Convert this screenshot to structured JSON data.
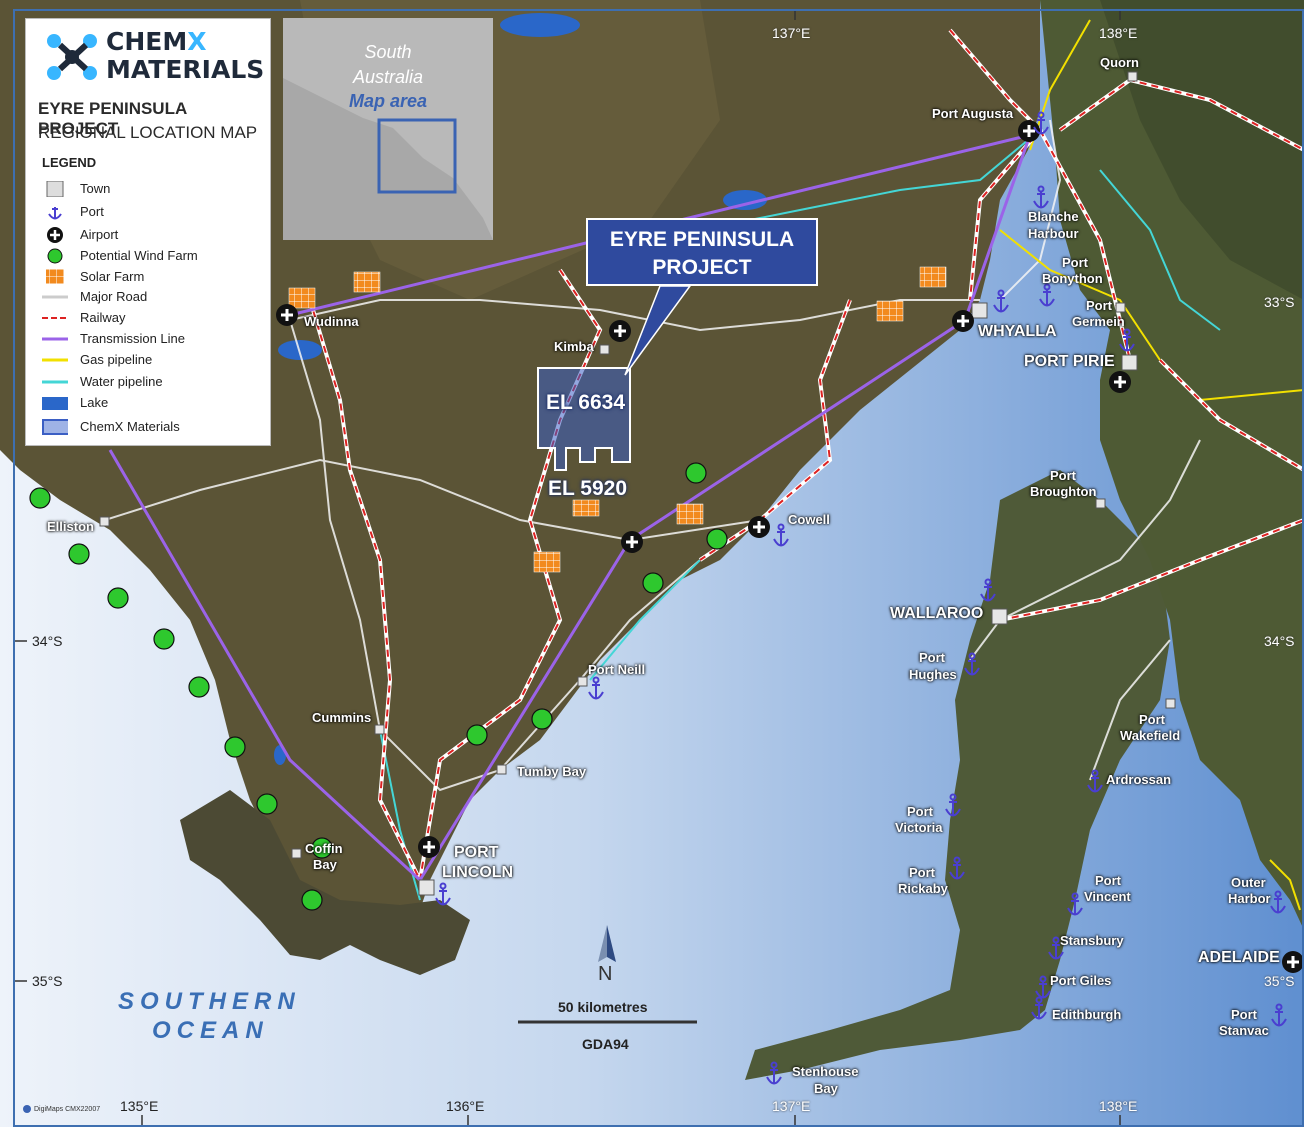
{
  "brand": {
    "line1_a": "CHEM",
    "line1_b": "X",
    "line2": "MATERIALS"
  },
  "project_title": "EYRE PENINSULA PROJECT",
  "project_subtitle": "REGIONAL LOCATION MAP",
  "legend": {
    "heading": "LEGEND",
    "items": [
      {
        "label": "Town",
        "icon": "town-square-icon"
      },
      {
        "label": "Port",
        "icon": "anchor-icon"
      },
      {
        "label": "Airport",
        "icon": "airplane-icon"
      },
      {
        "label": "Potential Wind Farm",
        "icon": "green-dot-icon"
      },
      {
        "label": "Solar Farm",
        "icon": "solar-grid-icon"
      },
      {
        "label": "Major Road",
        "icon": "road-line-icon"
      },
      {
        "label": "Railway",
        "icon": "railway-line-icon"
      },
      {
        "label": "Transmission Line",
        "icon": "transmission-line-icon"
      },
      {
        "label": "Gas pipeline",
        "icon": "gas-line-icon"
      },
      {
        "label": "Water pipeline",
        "icon": "water-line-icon"
      },
      {
        "label": "Lake",
        "icon": "lake-icon"
      },
      {
        "label": "ChemX Materials",
        "icon": "tenement-icon"
      }
    ]
  },
  "inset": {
    "line1": "South",
    "line2": "Australia",
    "line3": "Map area"
  },
  "callout": {
    "line1": "EYRE PENINSULA",
    "line2": "PROJECT"
  },
  "tenements": {
    "a": "EL 6634",
    "b": "EL 5920"
  },
  "places": {
    "quorn": "Quorn",
    "port_augusta": "Port Augusta",
    "blanche_1": "Blanche",
    "blanche_2": "Harbour",
    "port_bonython_1": "Port",
    "port_bonython_2": "Bonython",
    "port_germein_1": "Port",
    "port_germein_2": "Germein",
    "whyalla": "WHYALLA",
    "port_pirie": "PORT PIRIE",
    "wudinna": "Wudinna",
    "kimba": "Kimba",
    "port_broughton_1": "Port",
    "port_broughton_2": "Broughton",
    "elliston": "Elliston",
    "cowell": "Cowell",
    "wallaroo": "WALLAROO",
    "port_hughes_1": "Port",
    "port_hughes_2": "Hughes",
    "port_neill": "Port Neill",
    "port_wakefield_1": "Port",
    "port_wakefield_2": "Wakefield",
    "cummins": "Cummins",
    "tumby_bay": "Tumby Bay",
    "ardrossan": "Ardrossan",
    "port_victoria_1": "Port",
    "port_victoria_2": "Victoria",
    "coffin_bay_1": "Coffin",
    "coffin_bay_2": "Bay",
    "port_lincoln_1": "PORT",
    "port_lincoln_2": "LINCOLN",
    "port_rickaby_1": "Port",
    "port_rickaby_2": "Rickaby",
    "port_vincent_1": "Port",
    "port_vincent_2": "Vincent",
    "outer_harbor_1": "Outer",
    "outer_harbor_2": "Harbor",
    "stansbury": "Stansbury",
    "adelaide": "ADELAIDE",
    "port_giles": "Port Giles",
    "edithburgh": "Edithburgh",
    "port_stanvac_1": "Port",
    "port_stanvac_2": "Stanvac",
    "stenhouse_1": "Stenhouse",
    "stenhouse_2": "Bay"
  },
  "ocean": {
    "line1": "SOUTHERN",
    "line2": "OCEAN"
  },
  "graticule": {
    "lon_137_top": "137°E",
    "lon_138_top": "138°E",
    "lat_33": "33°S",
    "lat_34_left": "34°S",
    "lat_34_right": "34°S",
    "lat_35_left": "35°S",
    "lat_35_right": "35°S",
    "lon_135": "135°E",
    "lon_136": "136°E",
    "lon_137": "137°E",
    "lon_138": "138°E"
  },
  "north": "N",
  "scale": {
    "label": "50 kilometres",
    "datum": "GDA94"
  },
  "credit": {
    "line1": "DigiMaps",
    "line2": "CMX22007"
  },
  "colors": {
    "transmission": "#9b63e8",
    "railway_red": "#d22",
    "gas": "#f2e000",
    "water": "#44d6d6",
    "wind": "#2ec82e",
    "solar": "#f28a1e",
    "sea": "#8fb6e0",
    "tenement": "#4b6ed0"
  }
}
